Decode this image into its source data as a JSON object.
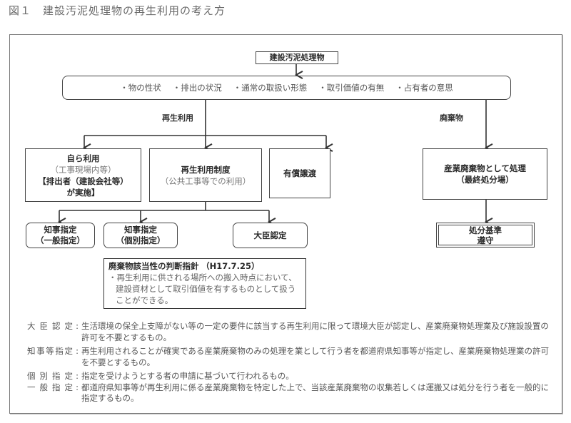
{
  "figure_title": "図１　建設汚泥処理物の再生利用の考え方",
  "root": {
    "label": "建設汚泥処理物"
  },
  "criteria": [
    "・物の性状",
    "・排出の状況",
    "・通常の取扱い形態",
    "・取引価値の有無",
    "・占有者の意思"
  ],
  "branches": {
    "reuse_label": "再生利用",
    "waste_label": "廃棄物"
  },
  "reuse_options": [
    {
      "title": "自ら利用",
      "sub": "（工事現場内等）",
      "extra1": "【排出者（建設会社等）",
      "extra2": "が実施】"
    },
    {
      "title": "再生利用制度",
      "sub": "（公共工事等での利用）"
    },
    {
      "title": "有償譲渡"
    }
  ],
  "designations": [
    {
      "title": "知事指定",
      "sub": "（一般指定）"
    },
    {
      "title": "知事指定",
      "sub": "（個別指定）"
    },
    {
      "title": "大臣認定"
    }
  ],
  "waste_path": {
    "process": {
      "title": "産業廃棄物として処理",
      "sub": "（最終処分場）"
    },
    "standard": {
      "line1": "処分基準",
      "line2": "遵守"
    }
  },
  "note": {
    "title": "廃棄物該当性の判断指針",
    "date": "（H17.7.25）",
    "body": "・再生利用に供される場所への搬入時点において、建設資材として取引価値を有するものとして扱うことができる。"
  },
  "definitions": [
    {
      "term": "大臣認定",
      "desc": "生活環境の保全上支障がない等の一定の要件に該当する再生利用に限って環境大臣が認定し、産業廃棄物処理業及び施設設置の許可を不要とするもの。"
    },
    {
      "term": "知事等指定",
      "desc": "再生利用されることが確実である産業廃棄物のみの処理を業として行う者を都道府県知事等が指定し、産業廃棄物処理業の許可を不要とするもの。"
    },
    {
      "term": "個別指定",
      "desc": "指定を受けようとする者の申請に基づいて行われるもの。"
    },
    {
      "term": "一般指定",
      "desc": "都道府県知事等が再生利用に係る産業廃棄物を特定した上で、当該産業廃棄物の収集若しくは運搬又は処分を行う者を一般的に指定するもの。"
    }
  ],
  "colors": {
    "line": "#333333",
    "text": "#333333",
    "subtext": "#777777",
    "frame": "#777777"
  }
}
